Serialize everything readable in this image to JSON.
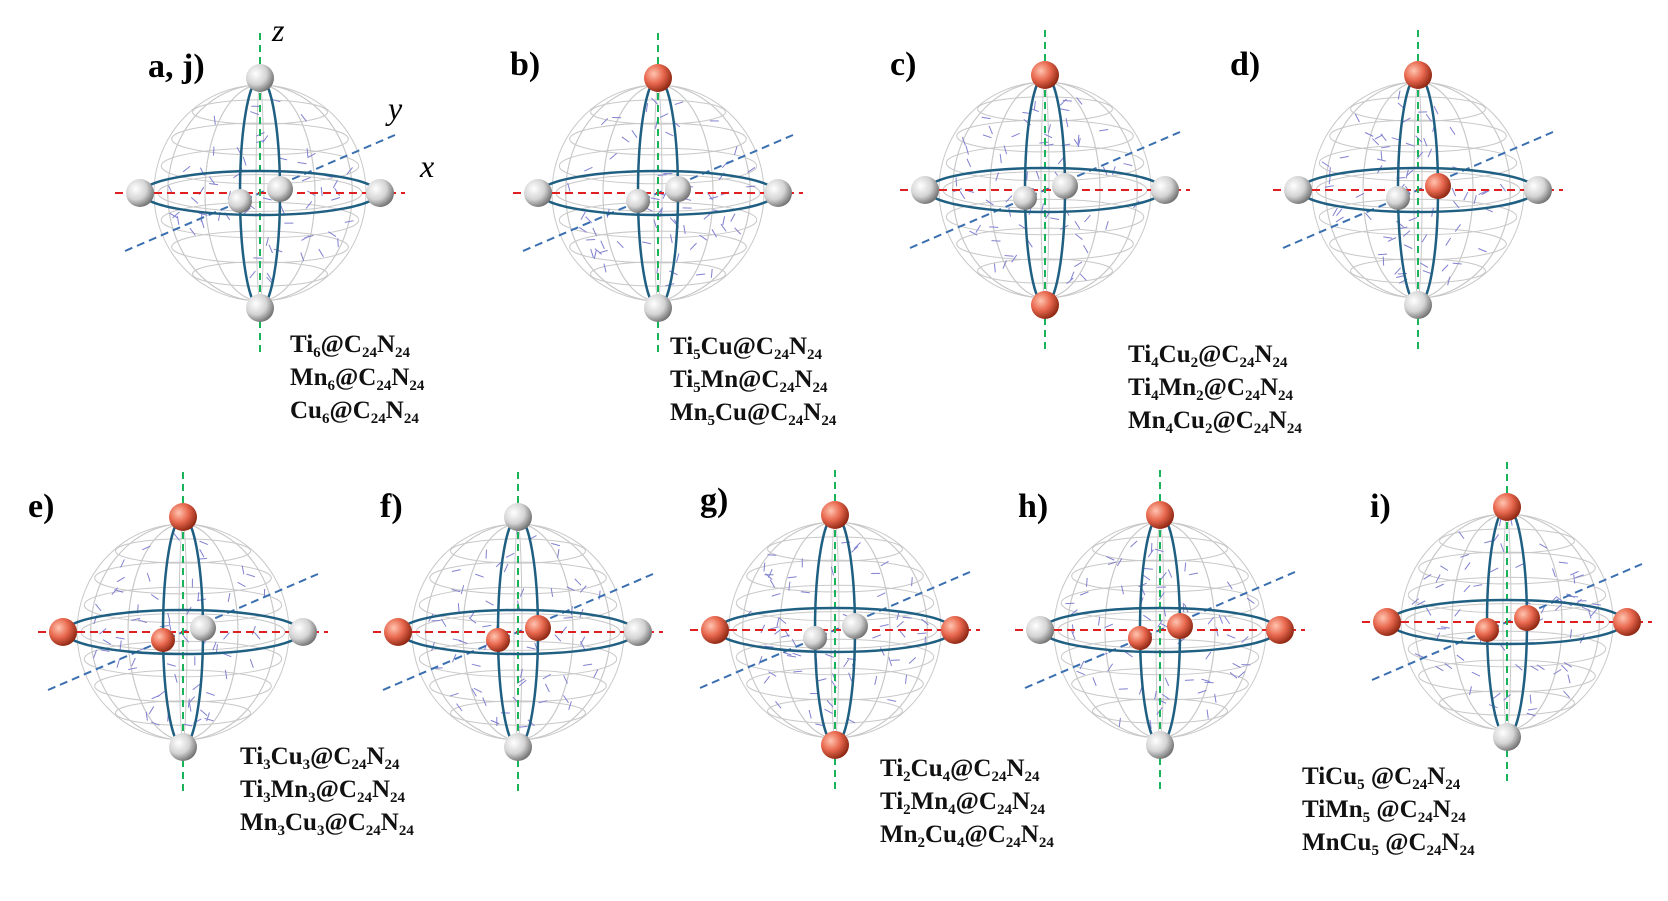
{
  "figure": {
    "axes": {
      "x": "x",
      "y": "y",
      "z": "z"
    },
    "colors": {
      "white_atom": "#d8d8d8",
      "orange_atom": "#e8684e",
      "cage_carbon": "#c8c8c8",
      "cage_nitrogen": "#8080d0",
      "ring": "#1f5f82",
      "x_axis": "#e02020",
      "y_axis": "#3a6fb0",
      "z_axis": "#19b35a"
    },
    "panels": [
      {
        "id": "aj",
        "label": "a, j)",
        "atoms": {
          "top": "white",
          "bottom": "white",
          "left": "white",
          "right": "white",
          "front": "white",
          "back": "white"
        }
      },
      {
        "id": "b",
        "label": "b)",
        "atoms": {
          "top": "orange",
          "bottom": "white",
          "left": "white",
          "right": "white",
          "front": "white",
          "back": "white"
        }
      },
      {
        "id": "c",
        "label": "c)",
        "atoms": {
          "top": "orange",
          "bottom": "orange",
          "left": "white",
          "right": "white",
          "front": "white",
          "back": "white"
        }
      },
      {
        "id": "d",
        "label": "d)",
        "atoms": {
          "top": "orange",
          "bottom": "white",
          "left": "white",
          "right": "white",
          "front": "orange",
          "back": "white"
        }
      },
      {
        "id": "e",
        "label": "e)",
        "atoms": {
          "top": "orange",
          "bottom": "white",
          "left": "orange",
          "right": "white",
          "front": "white",
          "back": "orange"
        }
      },
      {
        "id": "f",
        "label": "f)",
        "atoms": {
          "top": "white",
          "bottom": "white",
          "left": "orange",
          "right": "white",
          "front": "orange",
          "back": "orange"
        }
      },
      {
        "id": "g",
        "label": "g)",
        "atoms": {
          "top": "orange",
          "bottom": "orange",
          "left": "orange",
          "right": "orange",
          "front": "white",
          "back": "white"
        }
      },
      {
        "id": "h",
        "label": "h)",
        "atoms": {
          "top": "orange",
          "bottom": "white",
          "left": "white",
          "right": "orange",
          "front": "orange",
          "back": "orange"
        }
      },
      {
        "id": "i",
        "label": "i)",
        "atoms": {
          "top": "orange",
          "bottom": "white",
          "left": "orange",
          "right": "orange",
          "front": "orange",
          "back": "orange"
        }
      }
    ],
    "formula_groups": [
      {
        "id": "g1",
        "lines": [
          [
            [
              "Ti",
              ""
            ],
            [
              "6",
              "sub"
            ],
            [
              "@C",
              ""
            ],
            [
              "24",
              "sub"
            ],
            [
              "N",
              ""
            ],
            [
              "24",
              "sub"
            ]
          ],
          [
            [
              "Mn",
              ""
            ],
            [
              "6",
              "sub"
            ],
            [
              "@C",
              ""
            ],
            [
              "24",
              "sub"
            ],
            [
              "N",
              ""
            ],
            [
              "24",
              "sub"
            ]
          ],
          [
            [
              "Cu",
              ""
            ],
            [
              "6",
              "sub"
            ],
            [
              "@C",
              ""
            ],
            [
              "24",
              "sub"
            ],
            [
              "N",
              ""
            ],
            [
              "24",
              "sub"
            ]
          ]
        ]
      },
      {
        "id": "g2",
        "lines": [
          [
            [
              "Ti",
              ""
            ],
            [
              "5",
              "sub"
            ],
            [
              "Cu@C",
              ""
            ],
            [
              "24",
              "sub"
            ],
            [
              "N",
              ""
            ],
            [
              "24",
              "sub"
            ]
          ],
          [
            [
              "Ti",
              ""
            ],
            [
              "5",
              "sub"
            ],
            [
              "Mn@C",
              ""
            ],
            [
              "24",
              "sub"
            ],
            [
              "N",
              ""
            ],
            [
              "24",
              "sub"
            ]
          ],
          [
            [
              "Mn",
              ""
            ],
            [
              "5",
              "sub"
            ],
            [
              "Cu@C",
              ""
            ],
            [
              "24",
              "sub"
            ],
            [
              "N",
              ""
            ],
            [
              "24",
              "sub"
            ]
          ]
        ]
      },
      {
        "id": "g3",
        "lines": [
          [
            [
              "Ti",
              ""
            ],
            [
              "4",
              "sub"
            ],
            [
              "Cu",
              ""
            ],
            [
              "2",
              "sub"
            ],
            [
              "@C",
              ""
            ],
            [
              "24",
              "sub"
            ],
            [
              "N",
              ""
            ],
            [
              "24",
              "sub"
            ]
          ],
          [
            [
              "Ti",
              ""
            ],
            [
              "4",
              "sub"
            ],
            [
              "Mn",
              ""
            ],
            [
              "2",
              "sub"
            ],
            [
              "@C",
              ""
            ],
            [
              "24",
              "sub"
            ],
            [
              "N",
              ""
            ],
            [
              "24",
              "sub"
            ]
          ],
          [
            [
              "Mn",
              ""
            ],
            [
              "4",
              "sub"
            ],
            [
              "Cu",
              ""
            ],
            [
              "2",
              "sub"
            ],
            [
              "@C",
              ""
            ],
            [
              "24",
              "sub"
            ],
            [
              "N",
              ""
            ],
            [
              "24",
              "sub"
            ]
          ]
        ]
      },
      {
        "id": "g4",
        "lines": [
          [
            [
              "Ti",
              ""
            ],
            [
              "3",
              "sub"
            ],
            [
              "Cu",
              ""
            ],
            [
              "3",
              "sub"
            ],
            [
              "@C",
              ""
            ],
            [
              "24",
              "sub"
            ],
            [
              "N",
              ""
            ],
            [
              "24",
              "sub"
            ]
          ],
          [
            [
              "Ti",
              ""
            ],
            [
              "3",
              "sub"
            ],
            [
              "Mn",
              ""
            ],
            [
              "3",
              "sub"
            ],
            [
              "@C",
              ""
            ],
            [
              "24",
              "sub"
            ],
            [
              "N",
              ""
            ],
            [
              "24",
              "sub"
            ]
          ],
          [
            [
              "Mn",
              ""
            ],
            [
              "3",
              "sub"
            ],
            [
              "Cu",
              ""
            ],
            [
              "3",
              "sub"
            ],
            [
              "@C",
              ""
            ],
            [
              "24",
              "sub"
            ],
            [
              "N",
              ""
            ],
            [
              "24",
              "sub"
            ]
          ]
        ]
      },
      {
        "id": "g5",
        "lines": [
          [
            [
              "Ti",
              ""
            ],
            [
              "2",
              "sub"
            ],
            [
              "Cu",
              ""
            ],
            [
              "4",
              "sub"
            ],
            [
              "@C",
              ""
            ],
            [
              "24",
              "sub"
            ],
            [
              "N",
              ""
            ],
            [
              "24",
              "sub"
            ]
          ],
          [
            [
              "Ti",
              ""
            ],
            [
              "2",
              "sub"
            ],
            [
              "Mn",
              ""
            ],
            [
              "4",
              "sub"
            ],
            [
              "@C",
              ""
            ],
            [
              "24",
              "sub"
            ],
            [
              "N",
              ""
            ],
            [
              "24",
              "sub"
            ]
          ],
          [
            [
              "Mn",
              ""
            ],
            [
              "2",
              "sub"
            ],
            [
              "Cu",
              ""
            ],
            [
              "4",
              "sub"
            ],
            [
              "@C",
              ""
            ],
            [
              "24",
              "sub"
            ],
            [
              "N",
              ""
            ],
            [
              "24",
              "sub"
            ]
          ]
        ]
      },
      {
        "id": "g6",
        "lines": [
          [
            [
              "TiCu",
              ""
            ],
            [
              "5",
              "sub"
            ],
            [
              " @C",
              ""
            ],
            [
              "24",
              "sub"
            ],
            [
              "N",
              ""
            ],
            [
              "24",
              "sub"
            ]
          ],
          [
            [
              "TiMn",
              ""
            ],
            [
              "5",
              "sub"
            ],
            [
              " @C",
              ""
            ],
            [
              "24",
              "sub"
            ],
            [
              "N",
              ""
            ],
            [
              "24",
              "sub"
            ]
          ],
          [
            [
              "MnCu",
              ""
            ],
            [
              "5",
              "sub"
            ],
            [
              " @C",
              ""
            ],
            [
              "24",
              "sub"
            ],
            [
              "N",
              ""
            ],
            [
              "24",
              "sub"
            ]
          ]
        ]
      }
    ]
  }
}
